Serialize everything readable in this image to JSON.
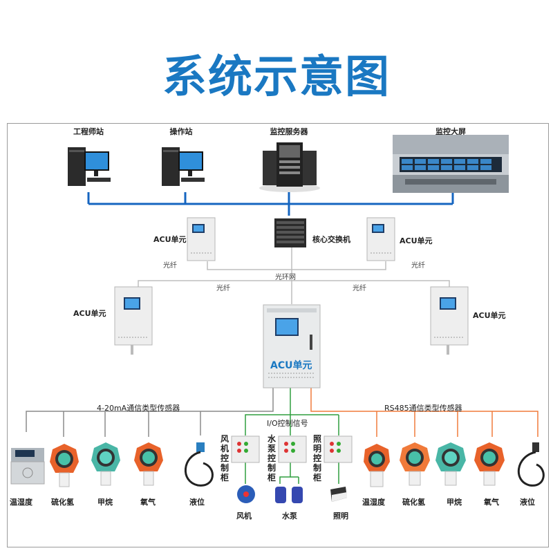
{
  "title": "系统示意图",
  "top_nodes": {
    "engineer_station": "工程师站",
    "operator_station": "操作站",
    "monitor_server": "监控服务器",
    "monitor_screen": "监控大屏"
  },
  "core_switch": "核心交换机",
  "acu_label": "ACU单元",
  "fiber_label": "光纤",
  "ring_label": "光环网",
  "main_acu_label": "ACU单元",
  "left_group": {
    "title": "4-20mA通信类型传感器",
    "sensors": [
      "温湿度",
      "硫化氢",
      "甲烷",
      "氧气",
      "液位"
    ]
  },
  "middle_group": {
    "title": "I/O控制信号",
    "cabinets": [
      "风机控制柜",
      "水泵控制柜",
      "照明控制柜"
    ],
    "devices": [
      "风机",
      "水泵",
      "照明"
    ]
  },
  "right_group": {
    "title": "RS485通信类型传感器",
    "sensors": [
      "温湿度",
      "硫化氢",
      "甲烷",
      "氧气",
      "液位"
    ]
  },
  "colors": {
    "title": "#1a78c2",
    "network_bus": "#1565c0",
    "fiber": "#bdbdbd",
    "analog_line": "#8a8a8a",
    "io_line": "#2e9e3e",
    "rs485_line": "#f07a3a"
  }
}
